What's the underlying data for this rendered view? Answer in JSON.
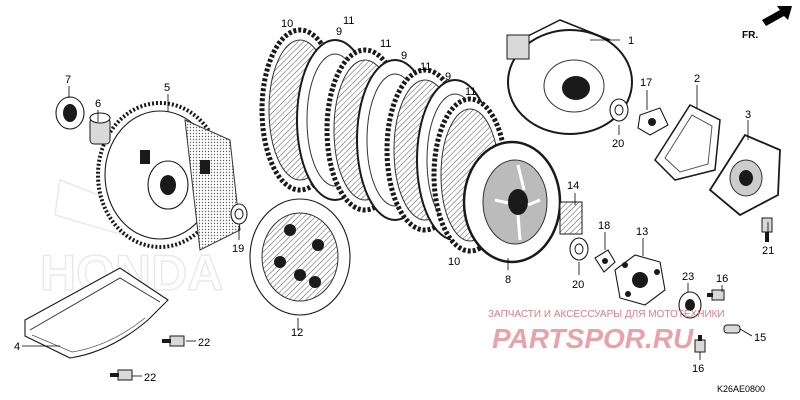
{
  "direction_label": "FR.",
  "diagram_code": "K26AE0800",
  "watermark": {
    "tagline": "ЗАПЧАСТИ И АКСЕССУАРЫ ДЛЯ МОТОТЕХНИКИ",
    "brand": "PARTSPOR.RU",
    "brand_color": "#e8a3a8"
  },
  "callouts": {
    "c1": "1",
    "c2": "2",
    "c3": "3",
    "c4": "4",
    "c5": "5",
    "c6": "6",
    "c7": "7",
    "c8": "8",
    "c9a": "9",
    "c9b": "9",
    "c9c": "9",
    "c10a": "10",
    "c10b": "10",
    "c11a": "11",
    "c11b": "11",
    "c11c": "11",
    "c11d": "11",
    "c12": "12",
    "c13": "13",
    "c14": "14",
    "c15": "15",
    "c16a": "16",
    "c16b": "16",
    "c17": "17",
    "c18": "18",
    "c19": "19",
    "c20a": "20",
    "c20b": "20",
    "c21": "21",
    "c22a": "22",
    "c22b": "22",
    "c23": "23"
  }
}
